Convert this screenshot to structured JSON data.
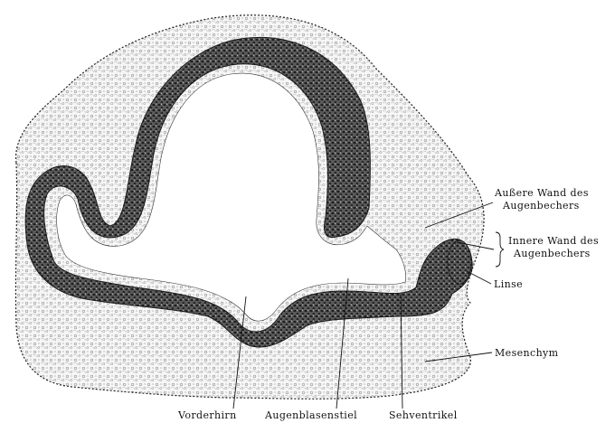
{
  "figure": {
    "labels": {
      "outer_wall_line1": "Außere Wand des",
      "outer_wall_line2": "Augenbechers",
      "inner_wall_line1": "Innere Wand des",
      "inner_wall_line2": "Augenbechers",
      "lens": "Linse",
      "mesenchyme": "Mesenchym",
      "forebrain": "Vorderhirn",
      "optic_stalk": "Augenblasenstiel",
      "optic_ventricle": "Sehventrikel"
    },
    "colors": {
      "ink": "#111111",
      "epithelium": "#3a3a3a",
      "mesenchyme_fill": "#f4f4f4"
    }
  }
}
